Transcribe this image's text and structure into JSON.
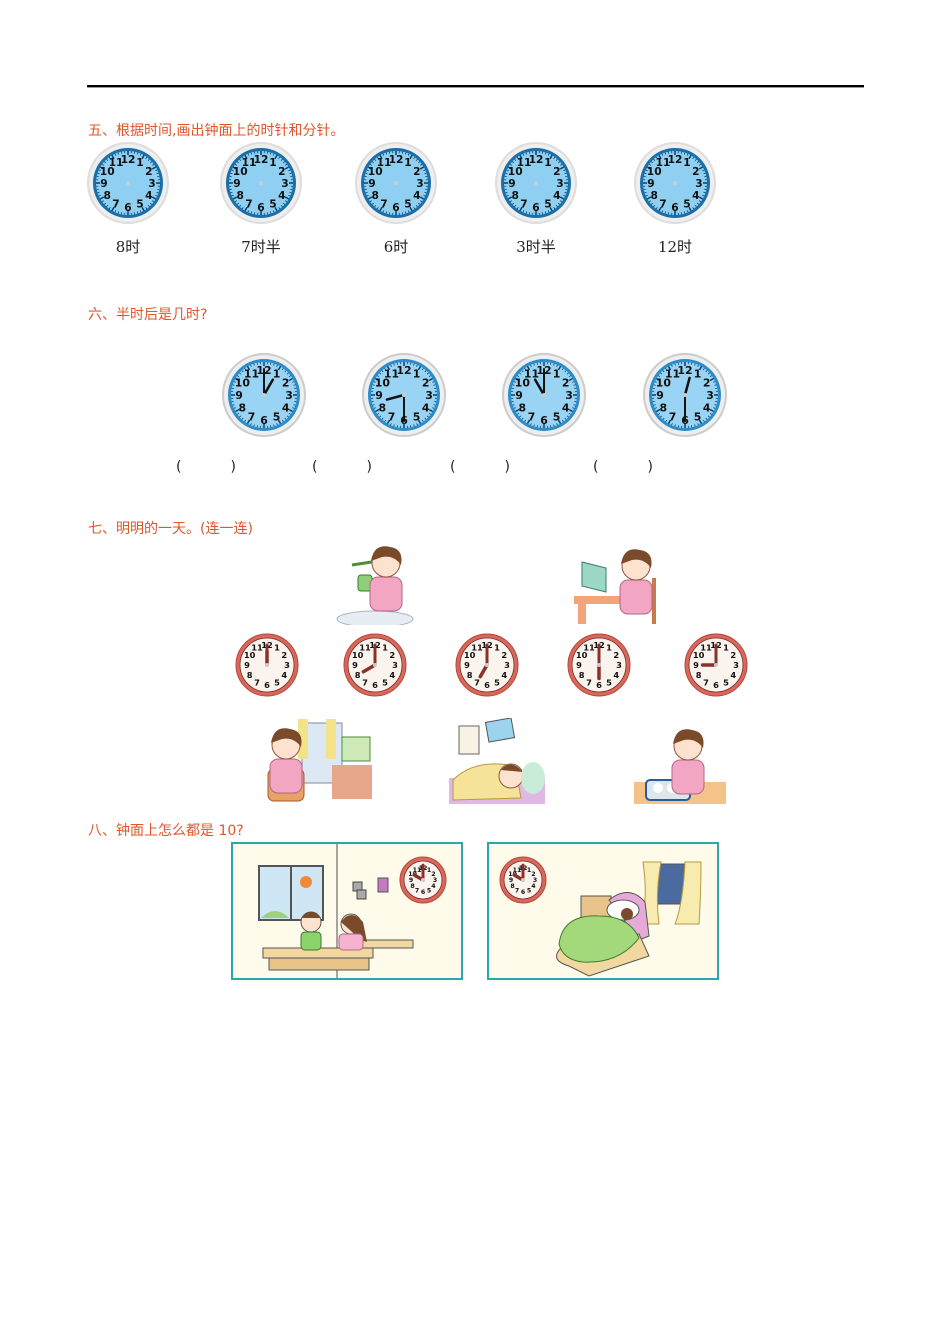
{
  "sections": {
    "five": {
      "heading": "五、根据时间,画出钟面上的时针和分针。",
      "clocks": [
        {
          "label": "8时"
        },
        {
          "label": "7时半"
        },
        {
          "label": "6时"
        },
        {
          "label": "3时半"
        },
        {
          "label": "12时"
        }
      ]
    },
    "six": {
      "heading": "六、半时后是几时?",
      "clocks": [
        {
          "time": "1:00",
          "answer_open": "(",
          "answer_close": ")"
        },
        {
          "time": "8:30",
          "answer_open": "(",
          "answer_close": ")"
        },
        {
          "time": "11:00",
          "answer_open": "(",
          "answer_close": ")"
        },
        {
          "time": "12:30",
          "answer_open": "(",
          "answer_close": ")"
        }
      ]
    },
    "seven": {
      "heading": "七、明明的一天。(连一连)",
      "top_pictures": [
        "brushing-teeth",
        "reading-book"
      ],
      "clocks": [
        {
          "time": "12:00"
        },
        {
          "time": "8:00"
        },
        {
          "time": "7:00"
        },
        {
          "time": "6:00"
        },
        {
          "time": "9:00"
        }
      ],
      "bottom_pictures": [
        "watching-window",
        "sleeping",
        "eating-lunch"
      ]
    },
    "eight": {
      "heading": "八、钟面上怎么都是 10?",
      "scenes": [
        {
          "name": "classroom-day",
          "clock_time": "10:00"
        },
        {
          "name": "bedroom-night",
          "clock_time": "10:00"
        }
      ]
    }
  },
  "colors": {
    "heading": "#e0552b",
    "blank_clock": "#3a9fd8",
    "blue_clock": "#5bb8ea",
    "red_clock": "#d9685c",
    "frame": "#2aa7a7"
  }
}
